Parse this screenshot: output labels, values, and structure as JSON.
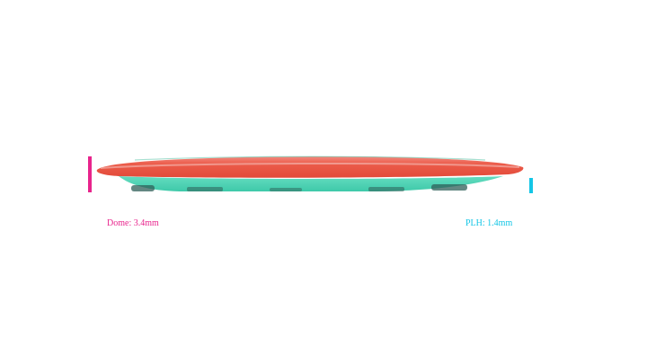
{
  "measurements": {
    "dome": {
      "label": "Dome: 3.4mm",
      "value_mm": 3.4,
      "color": "#e8248c"
    },
    "plh": {
      "label": "PLH: 1.4mm",
      "value_mm": 1.4,
      "color": "#14c6e6"
    }
  },
  "disc": {
    "description_colors": {
      "top": "#ea5a4a",
      "rim_highlight": "#f3a3a0",
      "bottom": "#4fd3b4",
      "shadow": "#2f6f66"
    }
  }
}
